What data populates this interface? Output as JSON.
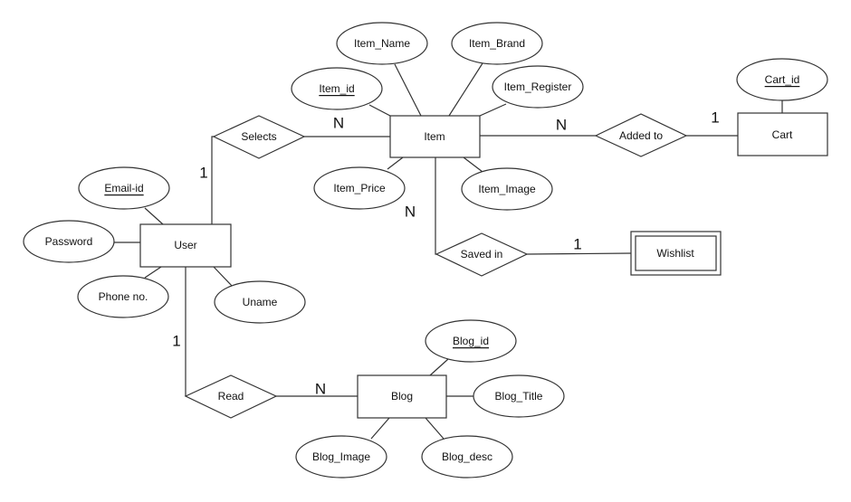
{
  "entities": {
    "user": "User",
    "item": "Item",
    "cart": "Cart",
    "wishlist": "Wishlist",
    "blog": "Blog"
  },
  "relationships": {
    "selects": "Selects",
    "added_to": "Added to",
    "saved_in": "Saved in",
    "read": "Read"
  },
  "attributes": {
    "item_name": "Item_Name",
    "item_brand": "Item_Brand",
    "item_id": "Item_id",
    "item_register": "Item_Register",
    "item_price": "Item_Price",
    "item_image": "Item_Image",
    "cart_id": "Cart_id",
    "email_id": "Email-id",
    "password": "Password",
    "phone_no": "Phone no.",
    "uname": "Uname",
    "blog_id": "Blog_id",
    "blog_title": "Blog_Title",
    "blog_image": "Blog_Image",
    "blog_desc": "Blog_desc"
  },
  "cardinalities": {
    "selects_user": "1",
    "selects_item": "N",
    "added_item": "N",
    "added_cart": "1",
    "saved_item": "N",
    "saved_wishlist": "1",
    "read_user": "1",
    "read_blog": "N"
  },
  "key_attributes": [
    "Item_id",
    "Cart_id",
    "Email-id",
    "Blog_id"
  ]
}
